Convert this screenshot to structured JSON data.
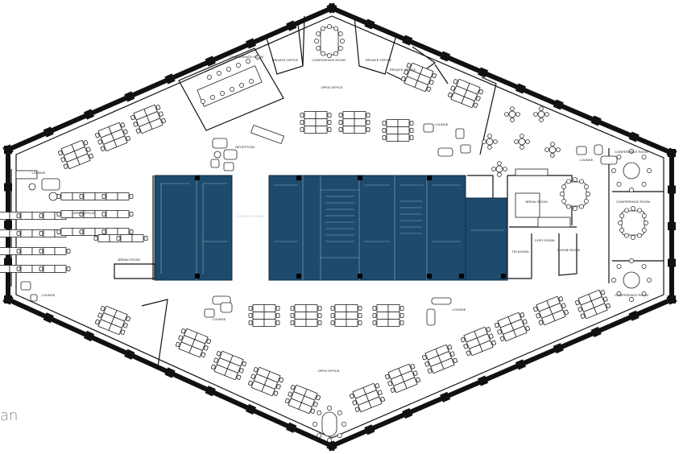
{
  "caption": "an",
  "labels": {
    "conference_room_1": "CONFERENCE ROOM",
    "conference_room_2": "CONFERENCE ROOM",
    "conference_room_3": "CONFERENCE ROOM",
    "conference_room_4": "CONFERENCE ROOM",
    "conference_room_5": "CONFERENCE ROOM",
    "private_office_1": "PRIVATE OFFICE",
    "private_office_2": "PRIVATE OFFICE",
    "private_office_3": "PRIVATE OFFICE",
    "open_office_1": "OPEN OFFICE",
    "open_office_2": "OPEN OFFICE",
    "open_office_3": "OPEN OFFICE",
    "lounge_1": "LOUNGE",
    "lounge_2": "LOUNGE",
    "lounge_3": "LOUNGE",
    "lounge_4": "LOUNGE",
    "lounge_5": "LOUNGE",
    "lounge_6": "LOUNGE",
    "reception": "RECEPTION",
    "elevator_lobby": "ELEVATOR LOBBY",
    "break_room_1": "BREAK ROOM",
    "break_room_2": "BREAK ROOM",
    "copy_room": "COPY ROOM",
    "phone_room": "PHONE ROOM",
    "tele_data": "TELE/DATA"
  },
  "colors": {
    "core": "#1e4a6c",
    "core_lines": "#8fb0c8",
    "walls": "#111111",
    "furniture": "#333333"
  }
}
